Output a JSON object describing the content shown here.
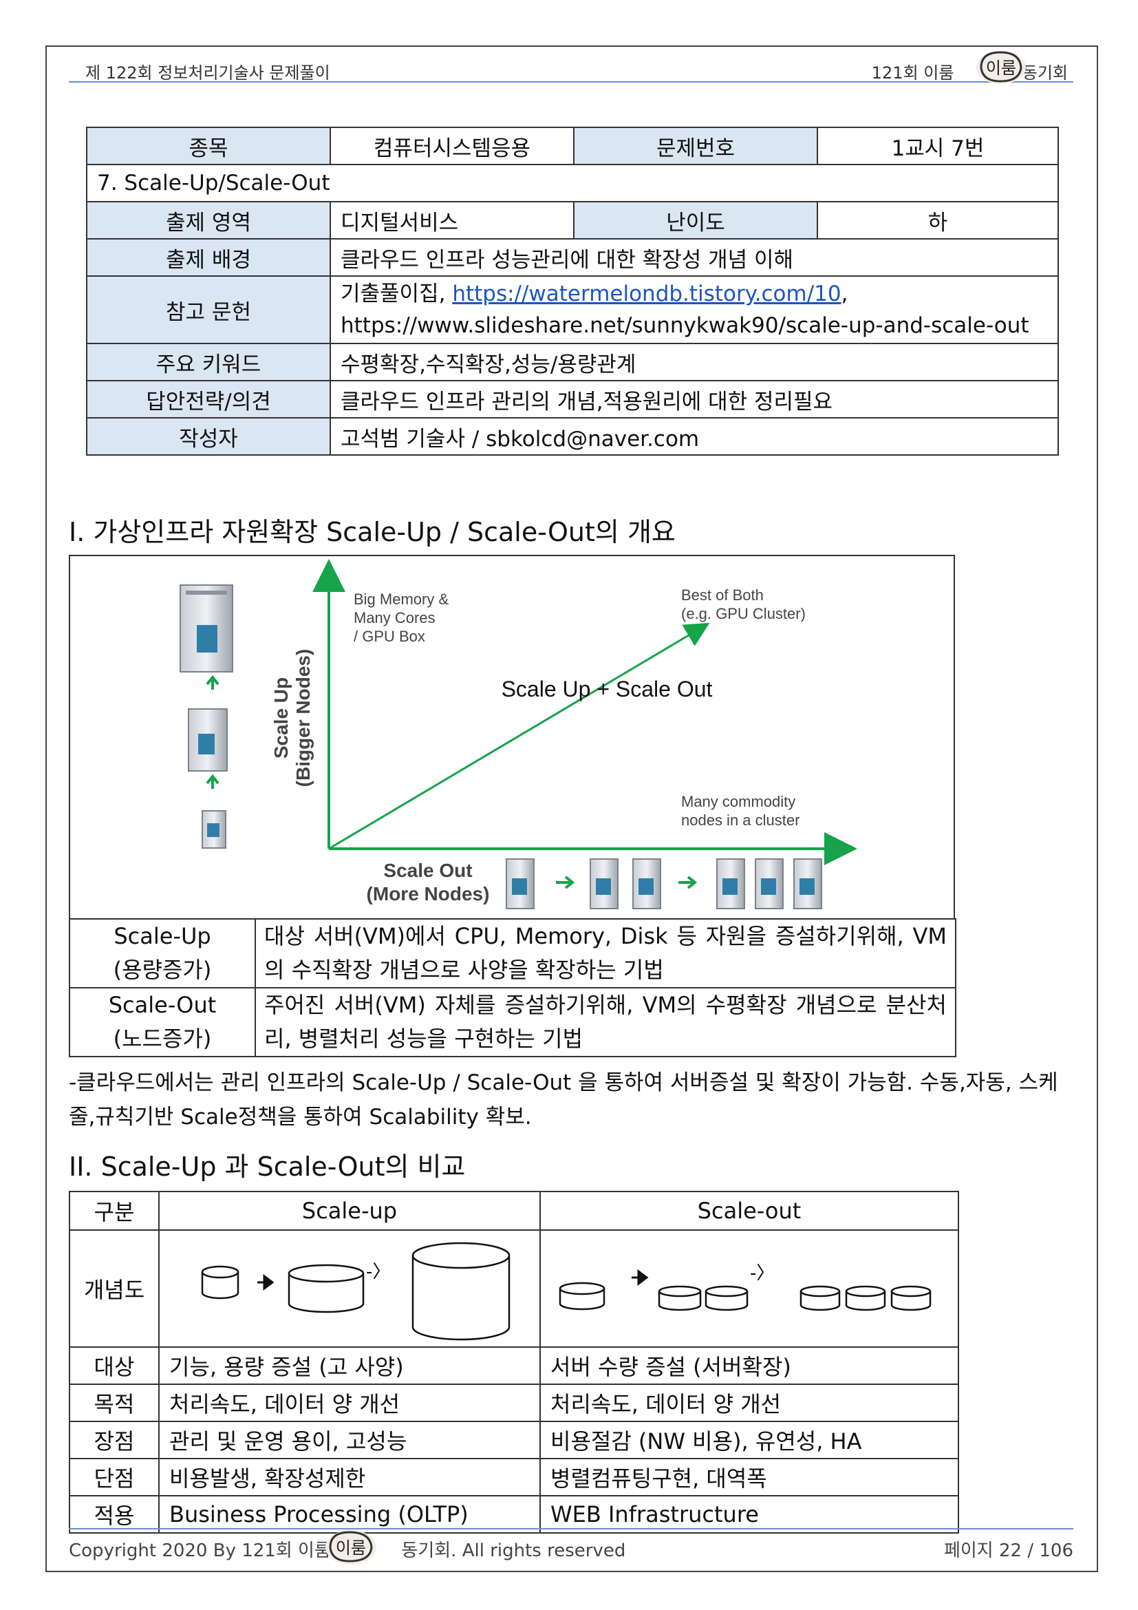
{
  "header": {
    "left": "제 122회 정보처리기술사 문제풀이",
    "right_prefix": "121회 이룸",
    "right_suffix": "동기회",
    "logo_text": "이룸"
  },
  "info_table": {
    "subject_label": "종목",
    "subject_value": "컴퓨터시스템응용",
    "qno_label": "문제번호",
    "qno_value": "1교시 7번",
    "question_title": "7. Scale-Up/Scale-Out",
    "area_label": "출제 영역",
    "area_value": "디지털서비스",
    "difficulty_label": "난이도",
    "difficulty_value": "하",
    "background_label": "출제 배경",
    "background_value": "클라우드 인프라 성능관리에 대한 확장성 개념 이해",
    "ref_label": "참고 문헌",
    "ref_prefix": "기출풀이집, ",
    "ref_link": "https://watermelondb.tistory.com/10",
    "ref_comma": ",",
    "ref_line2": "https://www.slideshare.net/sunnykwak90/scale-up-and-scale-out",
    "keyword_label": "주요 키워드",
    "keyword_value": "수평확장,수직확장,성능/용량관계",
    "strategy_label": "답안전략/의견",
    "strategy_value": "클라우드 인프라 관리의 개념,적용원리에 대한 정리필요",
    "author_label": "작성자",
    "author_value": "고석범 기술사 / sbkolcd@naver.com"
  },
  "section1": {
    "title": "I. 가상인프라 자원확장 Scale-Up / Scale-Out의 개요",
    "diagram": {
      "y_axis_line1": "Scale Up",
      "y_axis_line2": "(Bigger Nodes)",
      "x_axis_line1": "Scale Out",
      "x_axis_line2": "(More Nodes)",
      "top_left_line1": "Big Memory &",
      "top_left_line2": "Many Cores",
      "top_left_line3": "/ GPU Box",
      "top_right_line1": "Best of Both",
      "top_right_line2": "(e.g. GPU Cluster)",
      "bottom_right_line1": "Many commodity",
      "bottom_right_line2": "nodes in a cluster",
      "center": "Scale Up + Scale Out"
    },
    "rows": [
      {
        "key1": "Scale-Up",
        "key2": "(용량증가)",
        "desc": "대상 서버(VM)에서 CPU, Memory, Disk 등 자원을 증설하기위해, VM의 수직확장 개념으로 사양을 확장하는 기법"
      },
      {
        "key1": "Scale-Out",
        "key2": "(노드증가)",
        "desc": "주어진 서버(VM) 자체를 증설하기위해, VM의 수평확장 개념으로 분산처리, 병렬처리 성능을 구현하는 기법"
      }
    ],
    "note": "-클라우드에서는 관리 인프라의 Scale-Up / Scale-Out 을 통하여 서버증설 및 확장이 가능함. 수동,자동, 스케줄,규칙기반 Scale정책을 통하여 Scalability 확보."
  },
  "section2": {
    "title": "II. Scale-Up 과 Scale-Out의 비교",
    "headers": [
      "구분",
      "Scale-up",
      "Scale-out"
    ],
    "concept_label": "개념도",
    "arrow_text": "-〉",
    "rows": [
      {
        "k": "대상",
        "up": "기능, 용량 증설 (고 사양)",
        "out": "서버 수량 증설 (서버확장)"
      },
      {
        "k": "목적",
        "up": "처리속도, 데이터 양 개선",
        "out": "처리속도, 데이터 양 개선"
      },
      {
        "k": "장점",
        "up": "관리 및 운영 용이, 고성능",
        "out": "비용절감 (NW 비용), 유연성, HA"
      },
      {
        "k": "단점",
        "up": "비용발생, 확장성제한",
        "out": "병렬컴퓨팅구현, 대역폭"
      },
      {
        "k": "적용",
        "up": "Business Processing (OLTP)",
        "out": "WEB Infrastructure"
      }
    ]
  },
  "footer": {
    "left_prefix": "Copyright 2020 By 121회 이룸",
    "left_suffix": "동기회. All rights reserved",
    "page": "페이지 22 / 106"
  }
}
